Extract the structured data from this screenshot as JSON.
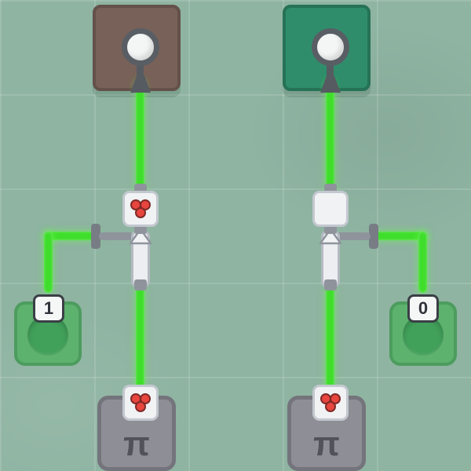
{
  "colors": {
    "bg": "#8fb4a2",
    "grid": "rgba(255,255,255,0.13)",
    "wire": "#3ede2b",
    "wire-glow": "rgba(98,255,70,0.55)",
    "pad-brown": "#786158",
    "pad-brown-border": "#64514a",
    "pad-teal": "#2f8d6b",
    "pad-teal-border": "#267257",
    "metal": "#8f949c",
    "metal-dark": "#787d85",
    "component-face": "#f0f2f4",
    "component-border": "#c3c8cf",
    "berry-red": "#e8453f",
    "berry-outline": "#7e2a26",
    "button-pad": "#5db26d",
    "button-pad-border": "#4c9c5e",
    "button-circle": "#41a05a",
    "chip-face": "#f5f7f7",
    "chip-border": "#3a3f45",
    "chip-text": "#30343a",
    "source-pad": "#8e8e96",
    "source-pad-border": "#74747c",
    "pi-color": "#52525a",
    "lamp-ring": "#595e64",
    "lamp-face": "#f4f6f6"
  },
  "left_circuit": {
    "sensor_pad": {
      "icon": "lamp",
      "pad_color": "#786158"
    },
    "gate": {
      "icon": "cherries"
    },
    "valve": {
      "icon": "arrow-up"
    },
    "input_button": {
      "label": "1"
    },
    "source_pad": {
      "symbol": "π",
      "badge_icon": "cherries"
    }
  },
  "right_circuit": {
    "sensor_pad": {
      "icon": "lamp",
      "pad_color": "#2f8d6b"
    },
    "gate": {
      "icon": "none"
    },
    "valve": {
      "icon": "arrow-up"
    },
    "input_button": {
      "label": "0"
    },
    "source_pad": {
      "symbol": "π",
      "badge_icon": "cherries"
    }
  }
}
